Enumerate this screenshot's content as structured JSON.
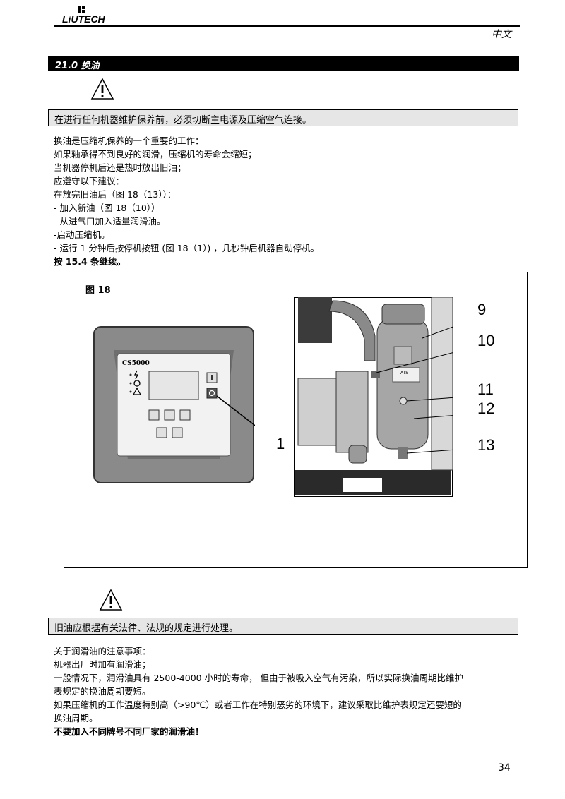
{
  "header": {
    "brand": "LiUTECH",
    "language": "中文"
  },
  "section": {
    "title": "21.0 换油"
  },
  "warning1": {
    "icon": "warning-triangle-icon",
    "text": "在进行任何机器维护保养前，必须切断主电源及压缩空气连接。"
  },
  "intro": [
    "换油是压缩机保养的一个重要的工作：",
    "如果轴承得不到良好的润滑，压缩机的寿命会缩短；",
    "当机器停机后还是热时放出旧油；",
    "应遵守以下建议：",
    "在放完旧油后（图 18（13））：",
    "- 加入新油（图 18（10））",
    "- 从进气口加入适量润滑油。",
    "-启动压缩机。",
    "- 运行 1 分钟后按停机按钮 (图 18（1）) ，几秒钟后机器自动停机。"
  ],
  "intro_last": "按 15.4 条继续。",
  "figure": {
    "label": "图 18",
    "panel_model": "CS5000",
    "callouts": [
      "1",
      "9",
      "10",
      "11",
      "12",
      "13"
    ],
    "tank_label": "ATS"
  },
  "warning2": {
    "icon": "warning-triangle-icon",
    "text": "旧油应根据有关法律、法规的规定进行处理。"
  },
  "notes": {
    "heading": "关于润滑油的注意事项：",
    "lines": [
      "机器出厂时加有润滑油；",
      "一般情况下，润滑油具有 2500-4000 小时的寿命， 但由于被吸入空气有污染，所以实际换油周期比维护",
      "表规定的换油周期要短。",
      "如果压缩机的工作温度特别高（>90℃）或者工作在特别恶劣的环境下，建议采取比维护表规定还要短的",
      "换油周期。"
    ],
    "final": "不要加入不同牌号不同厂家的润滑油！"
  },
  "page_number": "34"
}
